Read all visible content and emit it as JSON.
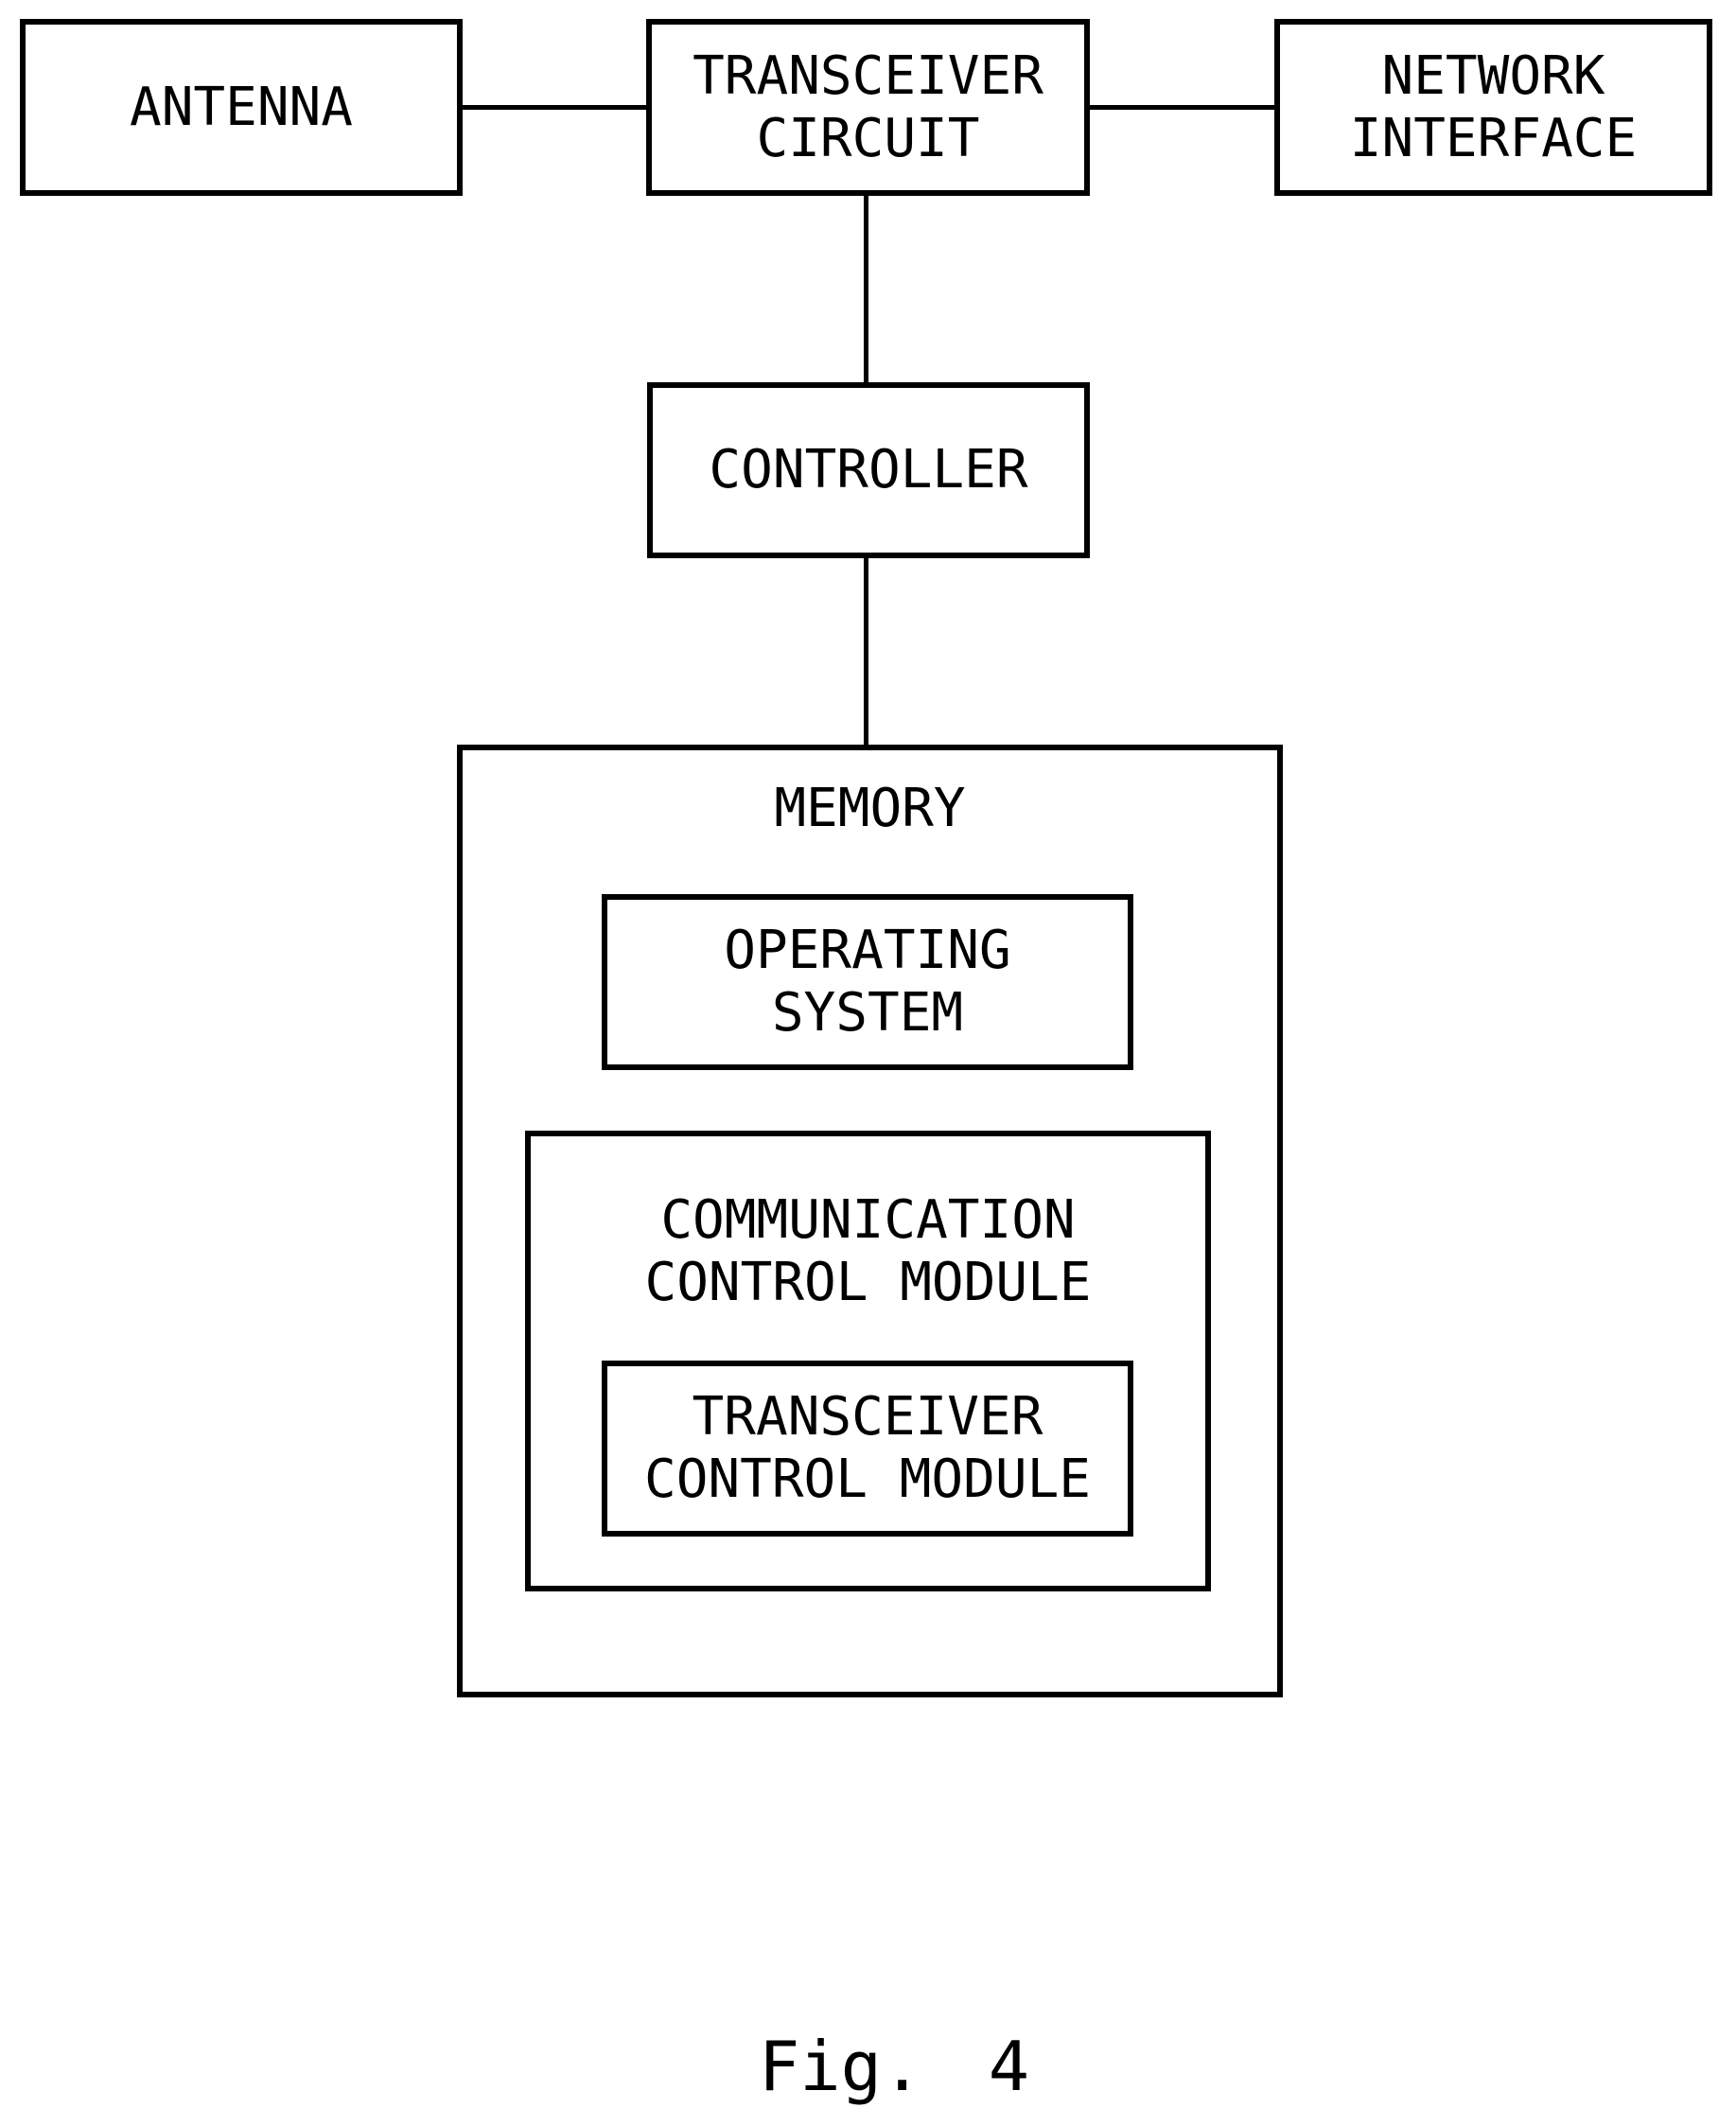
{
  "figure": {
    "caption": "Fig. 4",
    "colors": {
      "stroke": "#000000",
      "background": "#ffffff"
    },
    "nodes": {
      "antenna": {
        "label": "ANTENNA"
      },
      "transceiver_circuit": {
        "label": "TRANSCEIVER\nCIRCUIT"
      },
      "network_interface": {
        "label": "NETWORK\nINTERFACE"
      },
      "controller": {
        "label": "CONTROLLER"
      },
      "memory": {
        "label": "MEMORY",
        "children": {
          "operating_system": {
            "label": "OPERATING\nSYSTEM"
          },
          "communication_control_module": {
            "label": "COMMUNICATION\nCONTROL MODULE",
            "children": {
              "transceiver_control_module": {
                "label": "TRANSCEIVER\nCONTROL MODULE"
              }
            }
          }
        }
      }
    },
    "edges": [
      {
        "from": "antenna",
        "to": "transceiver_circuit"
      },
      {
        "from": "transceiver_circuit",
        "to": "network_interface"
      },
      {
        "from": "transceiver_circuit",
        "to": "controller"
      },
      {
        "from": "controller",
        "to": "memory"
      }
    ]
  }
}
